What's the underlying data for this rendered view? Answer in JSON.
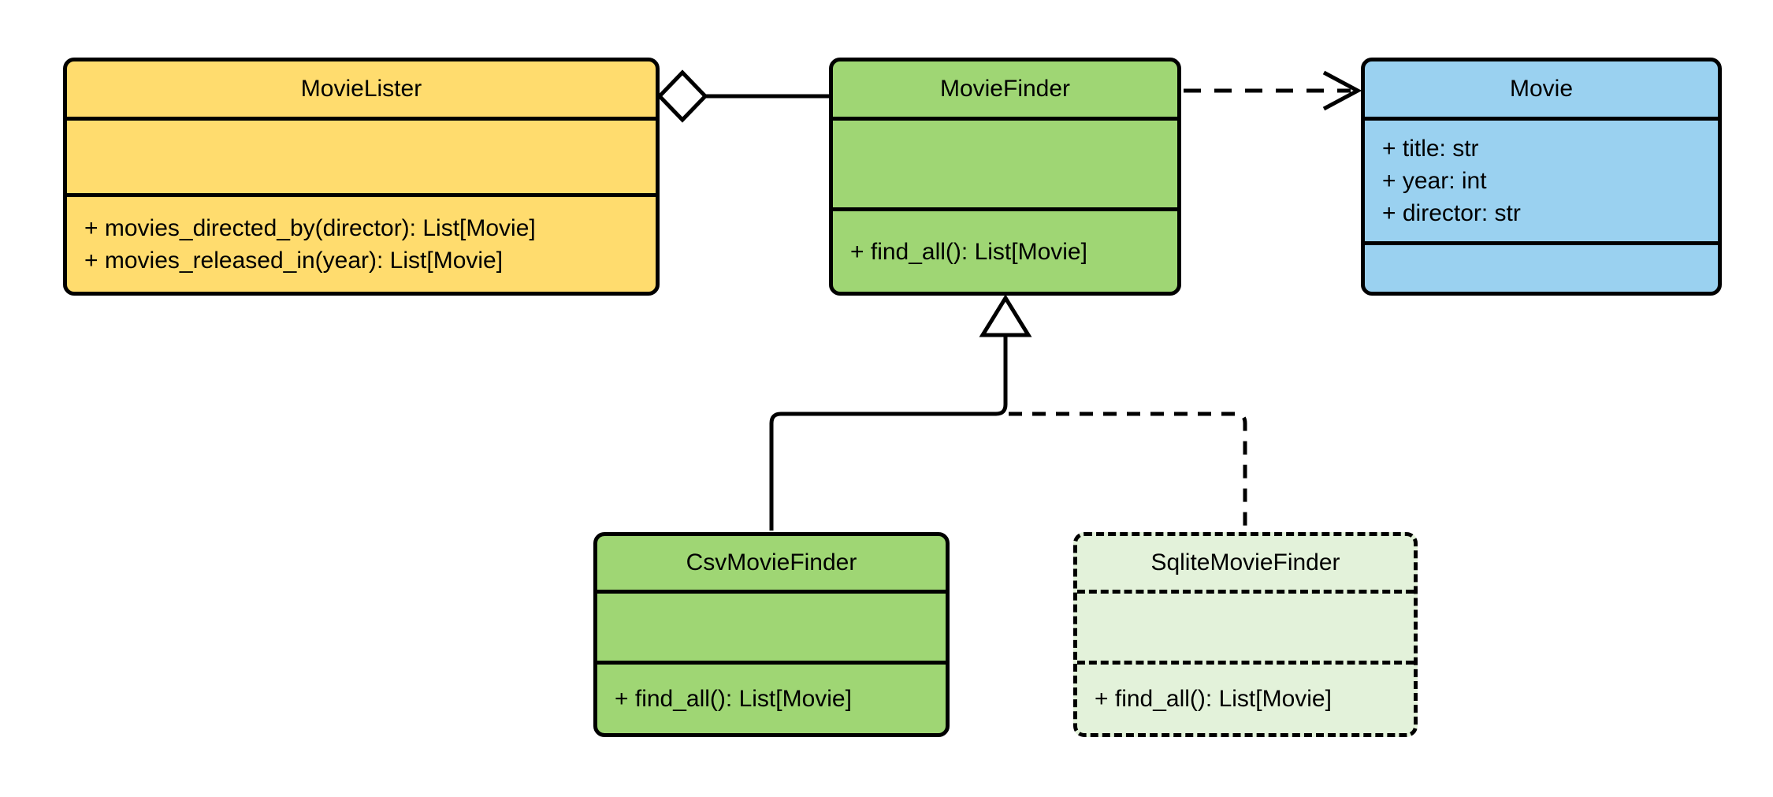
{
  "diagram": {
    "kind": "uml-class-diagram",
    "background_color": "#FFFFFF",
    "stroke_color": "#000000",
    "classes": [
      {
        "name": "MovieLister",
        "fill": "#FFDC6E",
        "border_style": "solid",
        "attributes": [],
        "methods": [
          "+ movies_directed_by(director): List[Movie]",
          "+ movies_released_in(year): List[Movie]"
        ]
      },
      {
        "name": "MovieFinder",
        "fill": "#9FD674",
        "border_style": "solid",
        "attributes": [],
        "methods": [
          "+ find_all(): List[Movie]"
        ]
      },
      {
        "name": "Movie",
        "fill": "#9AD1F0",
        "border_style": "solid",
        "attributes": [
          "+ title: str",
          "+ year: int",
          "+ director: str"
        ],
        "methods": []
      },
      {
        "name": "CsvMovieFinder",
        "fill": "#9FD674",
        "border_style": "solid",
        "attributes": [],
        "methods": [
          "+ find_all(): List[Movie]"
        ]
      },
      {
        "name": "SqliteMovieFinder",
        "fill": "#E3F2DA",
        "border_style": "dashed",
        "attributes": [],
        "methods": [
          "+ find_all(): List[Movie]"
        ]
      }
    ],
    "relationships": [
      {
        "from": "MovieLister",
        "to": "MovieFinder",
        "type": "aggregation",
        "line": "solid",
        "marker": "hollow-diamond",
        "marker_at": "MovieLister"
      },
      {
        "from": "MovieFinder",
        "to": "Movie",
        "type": "dependency",
        "line": "dashed",
        "marker": "open-arrowhead",
        "marker_at": "Movie"
      },
      {
        "from": "CsvMovieFinder",
        "to": "MovieFinder",
        "type": "inheritance",
        "line": "solid",
        "marker": "hollow-triangle",
        "marker_at": "MovieFinder"
      },
      {
        "from": "SqliteMovieFinder",
        "to": "MovieFinder",
        "type": "inheritance-dashed",
        "line": "dashed",
        "marker": "hollow-triangle",
        "marker_at": "MovieFinder"
      }
    ]
  }
}
